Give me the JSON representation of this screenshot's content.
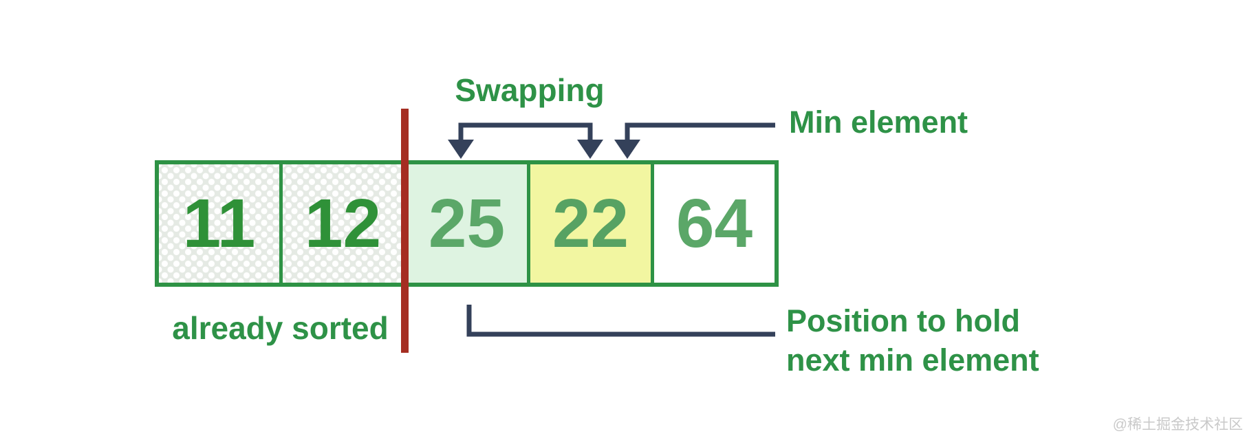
{
  "diagram": {
    "swapping_label": "Swapping",
    "min_element_label": "Min element",
    "already_sorted_label": "already sorted",
    "position_label_line1": "Position to hold",
    "position_label_line2": "next min element",
    "array": {
      "cells": [
        {
          "value": "11",
          "state": "already-sorted"
        },
        {
          "value": "12",
          "state": "already-sorted"
        },
        {
          "value": "25",
          "state": "swap-position"
        },
        {
          "value": "22",
          "state": "min-element"
        },
        {
          "value": "64",
          "state": "unsorted"
        }
      ]
    },
    "colors": {
      "label_green": "#2e9247",
      "border_green": "#2e9245",
      "sorted_number_green": "#2f9138",
      "unsorted_number_green": "#5ba768",
      "min_cell_yellow": "#f2f6a1",
      "scan_cell_mint": "#def3e1",
      "sorted_cell_hatch": "#e5eae4",
      "connector_navy": "#34415a",
      "partition_red": "#a52e22"
    },
    "watermark": "@稀土掘金技术社区"
  }
}
